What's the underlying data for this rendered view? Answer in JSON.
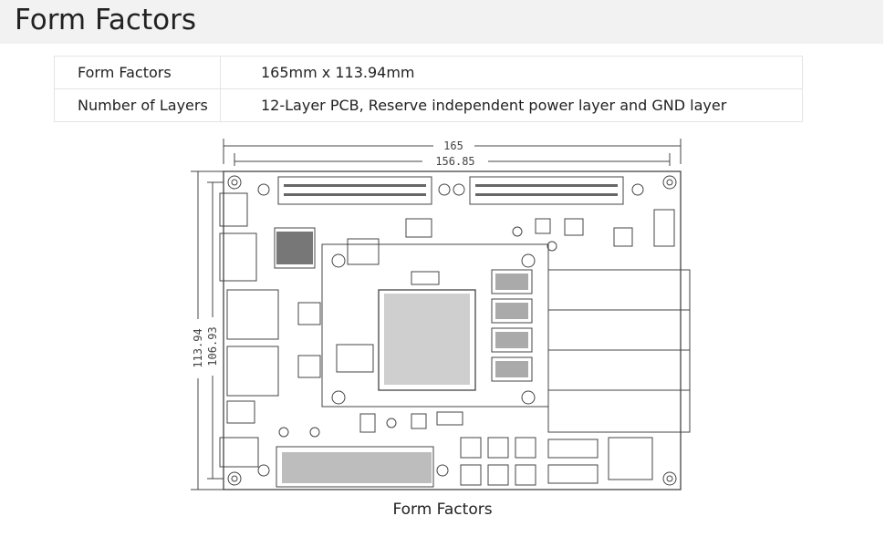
{
  "page_title": "Form Factors",
  "specs": [
    {
      "label": "Form Factors",
      "value": "165mm x 113.94mm"
    },
    {
      "label": "Number of Layers",
      "value": "12-Layer PCB, Reserve independent power layer and GND layer"
    }
  ],
  "drawing": {
    "dim_width_outer": "165",
    "dim_width_inner": "156.85",
    "dim_height_outer": "113.94",
    "dim_height_inner": "106.93"
  },
  "caption": "Form Factors"
}
